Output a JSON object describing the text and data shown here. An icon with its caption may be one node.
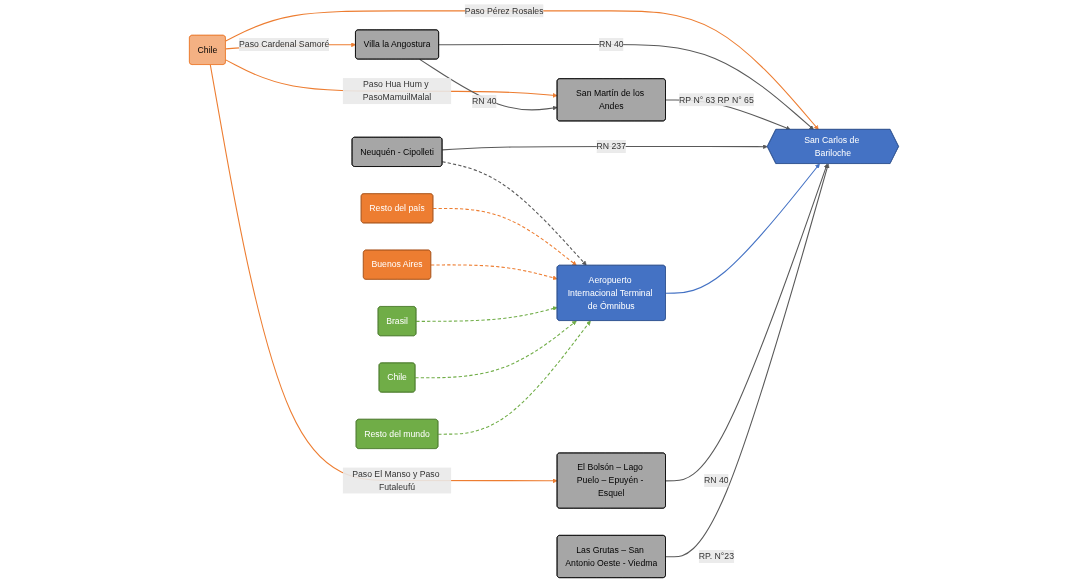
{
  "diagram": {
    "nodes": [
      {
        "text": [
          "Chile"
        ]
      },
      {
        "text": [
          "Villa la Angostura"
        ]
      },
      {
        "text": [
          "San Martín de los Andes"
        ]
      },
      {
        "text": [
          "Neuquén - Cipolleti"
        ]
      },
      {
        "text": [
          "San Carlos de Bariloche"
        ]
      },
      {
        "text": [
          "Aeropuerto Internacional Terminal de Ómnibus"
        ]
      },
      {
        "text": [
          "Resto del país"
        ]
      },
      {
        "text": [
          "Buenos Aires"
        ]
      },
      {
        "text": [
          "Brasil"
        ]
      },
      {
        "text": [
          "Chile"
        ]
      },
      {
        "text": [
          "Resto del mundo"
        ]
      },
      {
        "text": [
          "El Bolsón – Lago Puelo – Epuyén - Esquel"
        ]
      },
      {
        "text": [
          "Las Grutas – San Antonio Oeste - Viedma"
        ]
      }
    ],
    "edges": [
      {
        "from": 0,
        "to": 2,
        "arrow": "to",
        "label": "Paso Hua Hum y PasoMamuilMalal",
        "color": "#ed7d31"
      },
      {
        "from": 0,
        "to": 1,
        "arrow": "to",
        "label": "Paso Cardenal Samoré",
        "color": "#ed7d31"
      },
      {
        "from": 0,
        "to": 4,
        "arrow": "to",
        "label": "Paso Pérez Rosales",
        "color": "#ed7d31"
      },
      {
        "from": 0,
        "to": 11,
        "arrow": "to",
        "label": "Paso El Manso y Paso Futaleufú",
        "color": "#ed7d31"
      },
      {
        "from": 1,
        "to": 2,
        "arrow": "to",
        "label": "RN 40"
      },
      {
        "from": 1,
        "to": 4,
        "arrow": "to",
        "label": "RN 40"
      },
      {
        "from": 2,
        "to": 4,
        "arrow": "to",
        "label": "RP N° 63 RP N° 65"
      },
      {
        "from": 3,
        "to": 4,
        "arrow": "to",
        "label": "RN 237"
      },
      {
        "from": 3,
        "to": 5,
        "arrow": "to",
        "style": "dashed"
      },
      {
        "from": 5,
        "to": 4,
        "arrow": "to",
        "color": "#4472c4"
      },
      {
        "from": 6,
        "to": 5,
        "arrow": "to",
        "style": "dashed",
        "color": "#ed7d31"
      },
      {
        "from": 7,
        "to": 5,
        "arrow": "to",
        "style": "dashed",
        "color": "#ed7d31"
      },
      {
        "from": 8,
        "to": 5,
        "arrow": "to",
        "style": "dashed",
        "color": "#70ad47"
      },
      {
        "from": 9,
        "to": 5,
        "arrow": "to",
        "style": "dashed",
        "color": "#70ad47"
      },
      {
        "from": 10,
        "to": 5,
        "arrow": "to",
        "style": "dashed",
        "color": "#70ad47"
      },
      {
        "from": 11,
        "to": 4,
        "arrow": "to",
        "label": "RN 40"
      },
      {
        "from": 12,
        "to": 4,
        "arrow": "to",
        "label": "RP. N°23"
      }
    ]
  }
}
